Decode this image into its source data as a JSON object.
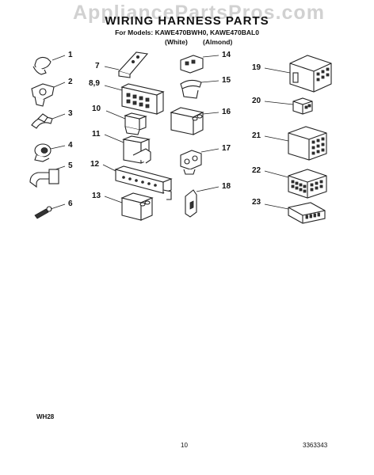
{
  "watermark": "AppliancePartsPros.com",
  "header": {
    "title": "WIRING HARNESS PARTS",
    "models": "For Models: KAWE470BWH0, KAWE470BAL0",
    "color_white": "(White)",
    "color_almond": "(Almond)"
  },
  "callouts": [
    "1",
    "2",
    "3",
    "4",
    "5",
    "6",
    "7",
    "8,9",
    "10",
    "11",
    "12",
    "13",
    "14",
    "15",
    "16",
    "17",
    "18",
    "19",
    "20",
    "21",
    "22",
    "23"
  ],
  "footer": {
    "code": "WH28",
    "page": "10",
    "doc": "3363343"
  }
}
